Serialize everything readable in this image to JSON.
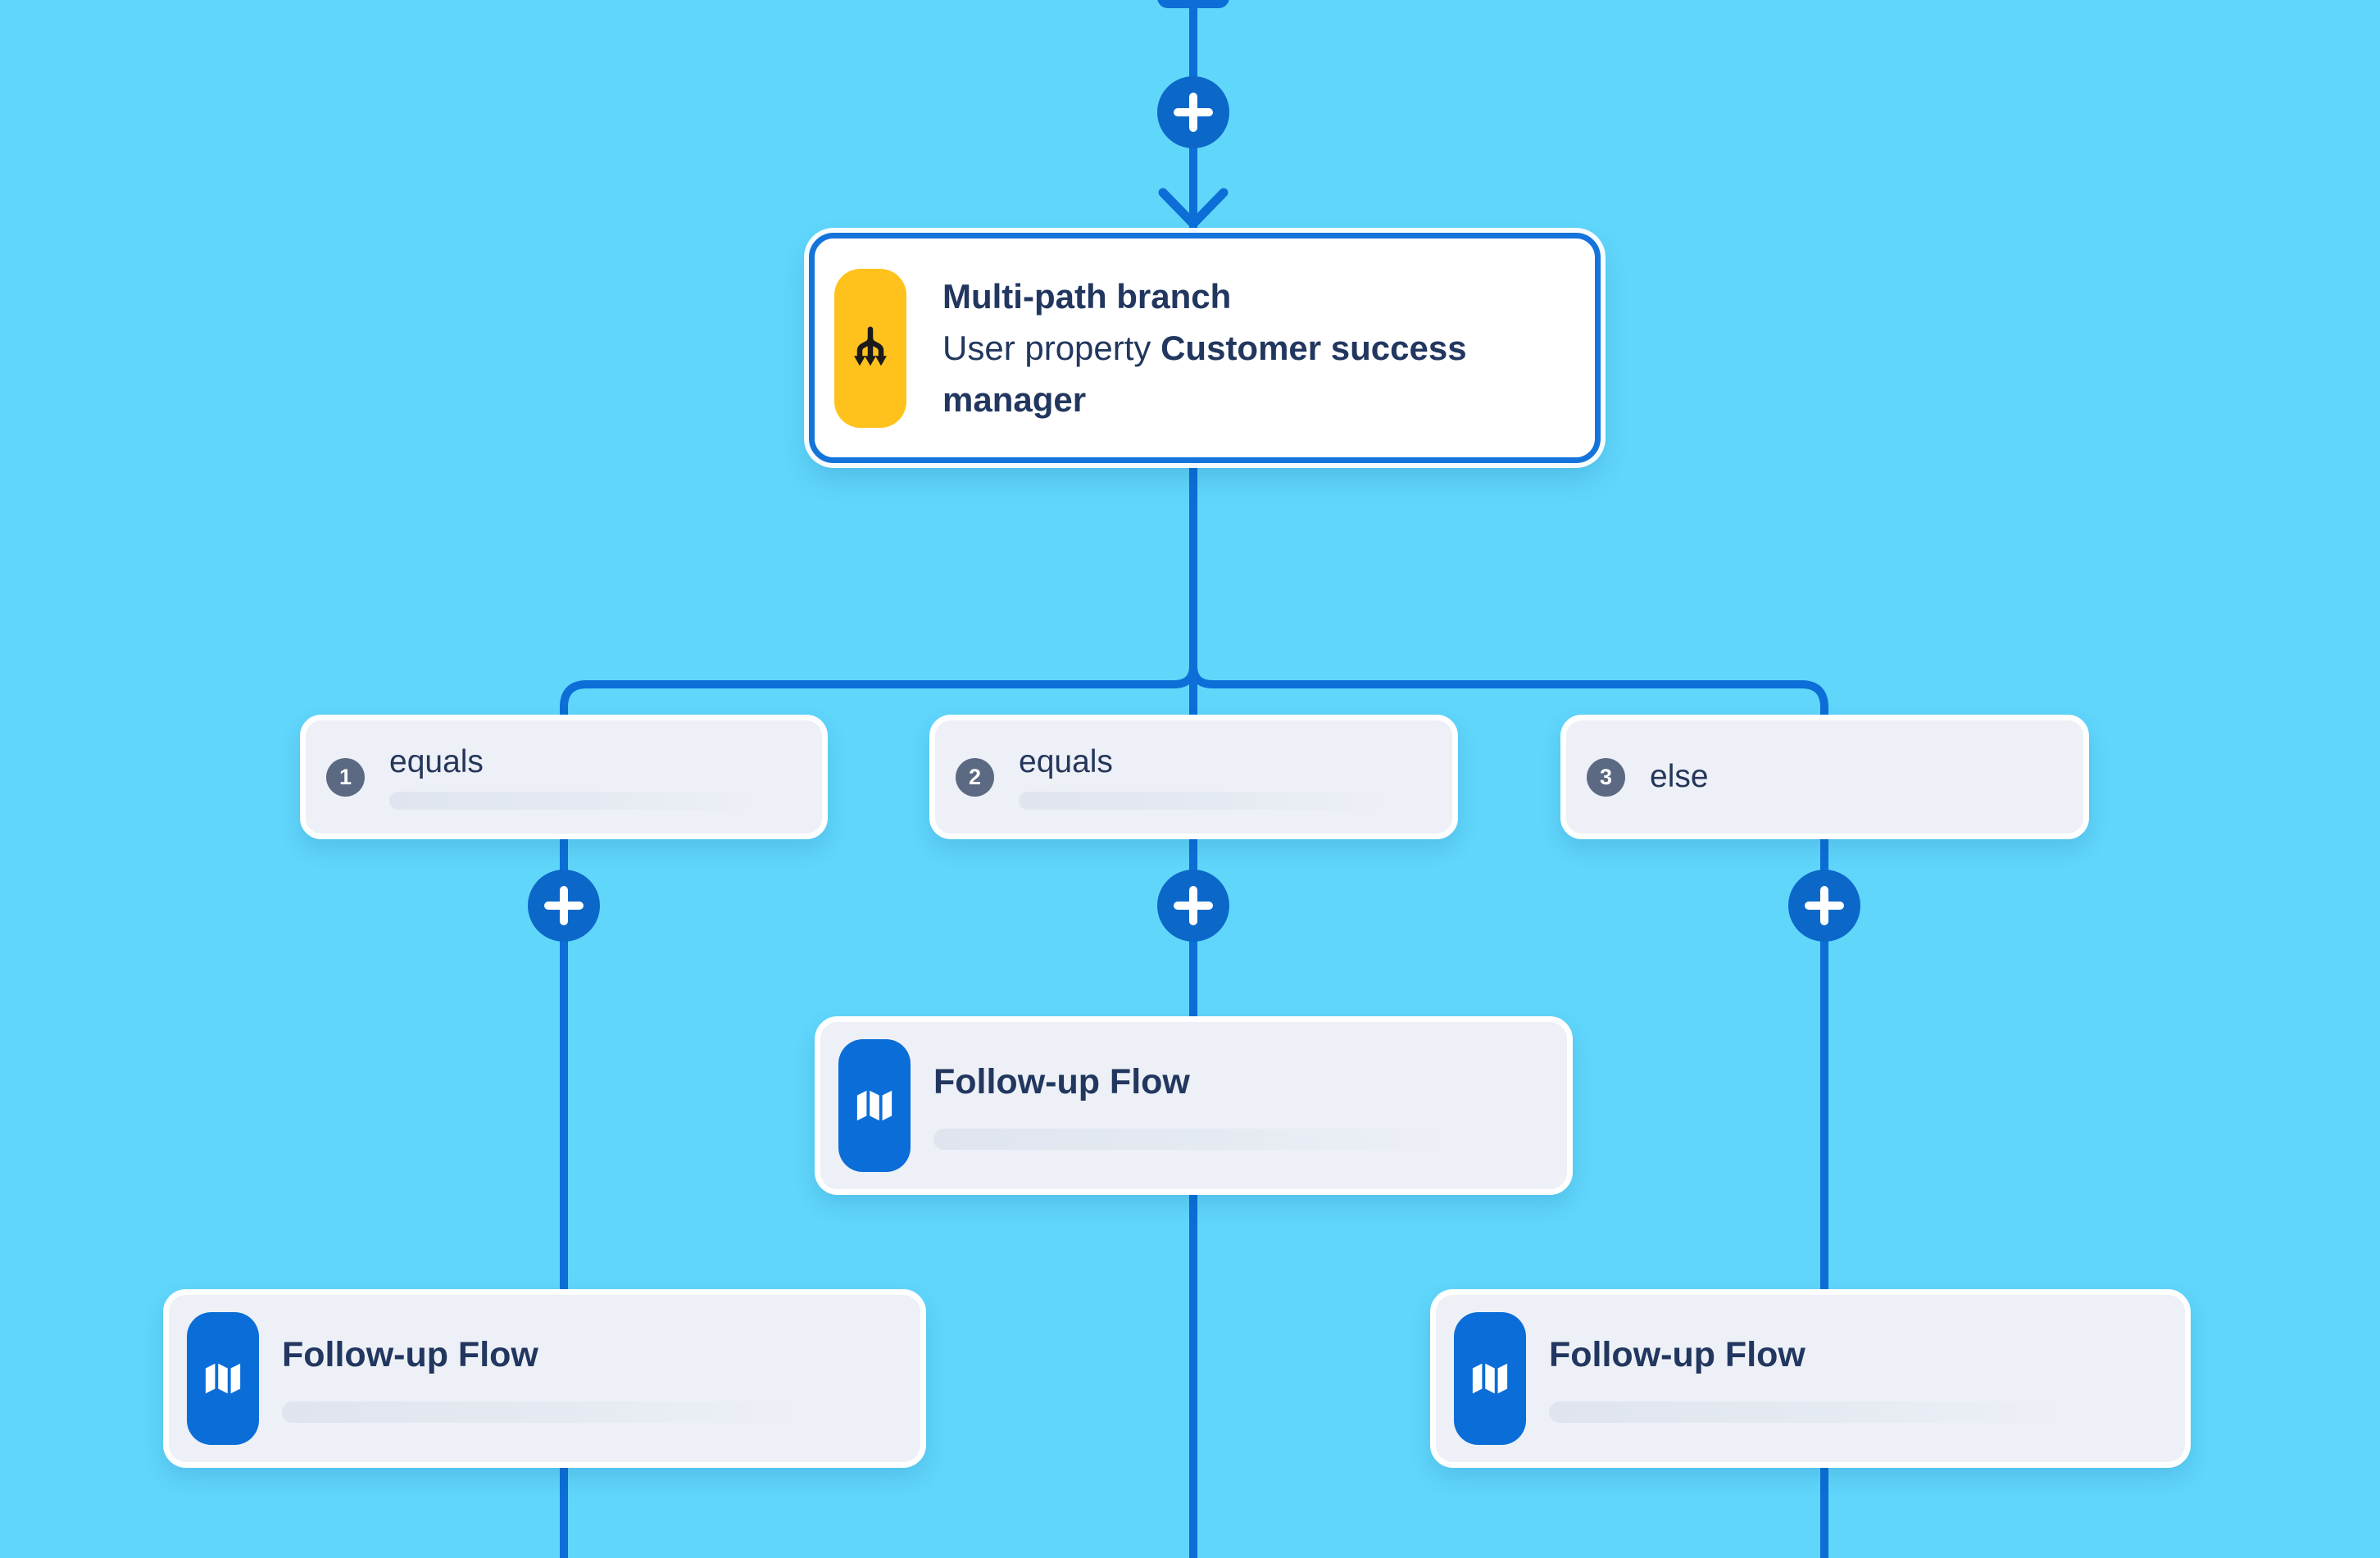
{
  "theme": {
    "canvas_bg": "#60d6fb",
    "connector_color": "#0c6ed6",
    "plus_button_color": "#0b68c9",
    "selected_border_color": "#1474db",
    "card_bg": "#edf0f6",
    "card_border": "#ffffff",
    "text_color": "#22375f",
    "badge_color": "#5b6983",
    "branch_icon_bg": "#ffc21c",
    "flow_icon_bg": "#0b6dd7",
    "skeleton_color": "#e2e7f0"
  },
  "icons": {
    "branch_node": "branch-split-icon",
    "flow_node": "map-icon",
    "add_step": "plus-icon",
    "flow_direction": "arrow-down-icon"
  },
  "branch_node": {
    "title": "Multi-path branch",
    "subtitle_prefix": "User property",
    "subtitle_emphasis": "Customer success manager"
  },
  "branches": [
    {
      "number": "1",
      "label": "equals"
    },
    {
      "number": "2",
      "label": "equals"
    },
    {
      "number": "3",
      "label": "else"
    }
  ],
  "flow_nodes": {
    "middle": {
      "title": "Follow-up Flow"
    },
    "bottom_left": {
      "title": "Follow-up Flow"
    },
    "bottom_right": {
      "title": "Follow-up Flow"
    }
  }
}
